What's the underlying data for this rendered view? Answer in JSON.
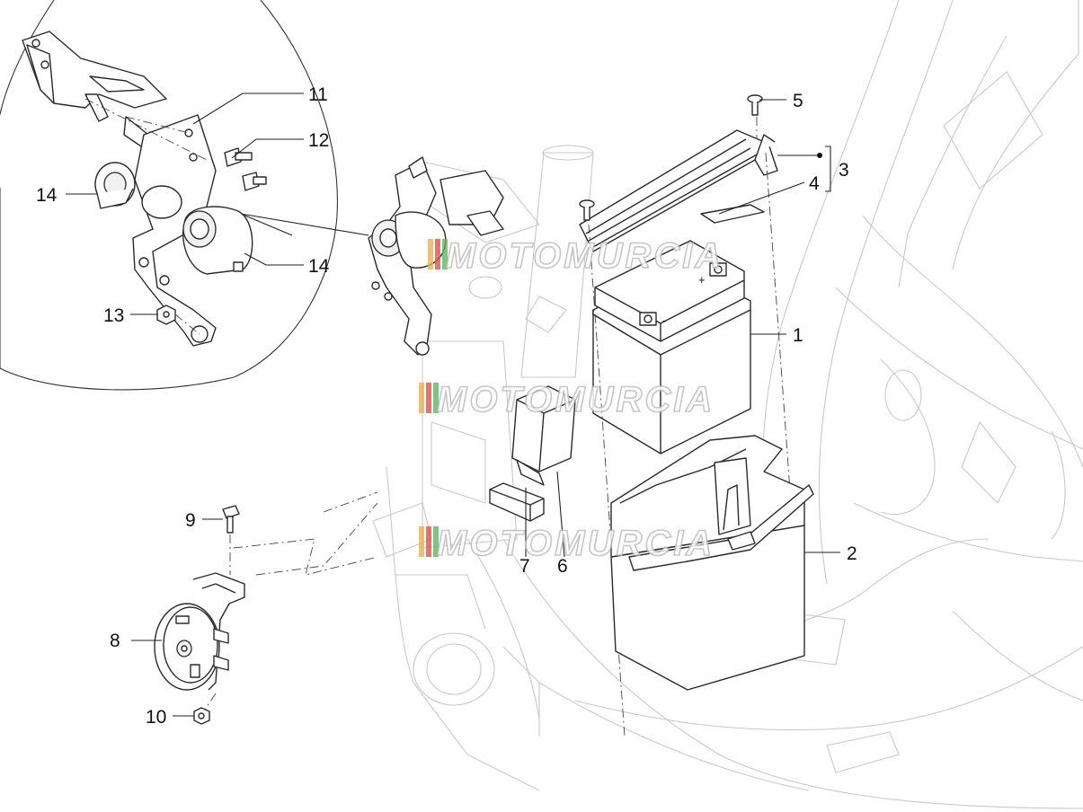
{
  "diagram": {
    "callouts": {
      "c1": "1",
      "c2": "2",
      "c3": "3",
      "c4": "4",
      "c5": "5",
      "c6": "6",
      "c7": "7",
      "c8": "8",
      "c9": "9",
      "c10": "10",
      "c11": "11",
      "c12": "12",
      "c13": "13",
      "c14a": "14",
      "c14b": "14"
    },
    "battery_terminals": {
      "positive": "+",
      "negative": "-"
    }
  },
  "watermark": {
    "text": "MOTOMURCIA",
    "stripe_colors": [
      "#e8b24a",
      "#d9534f",
      "#5cb85c"
    ]
  }
}
